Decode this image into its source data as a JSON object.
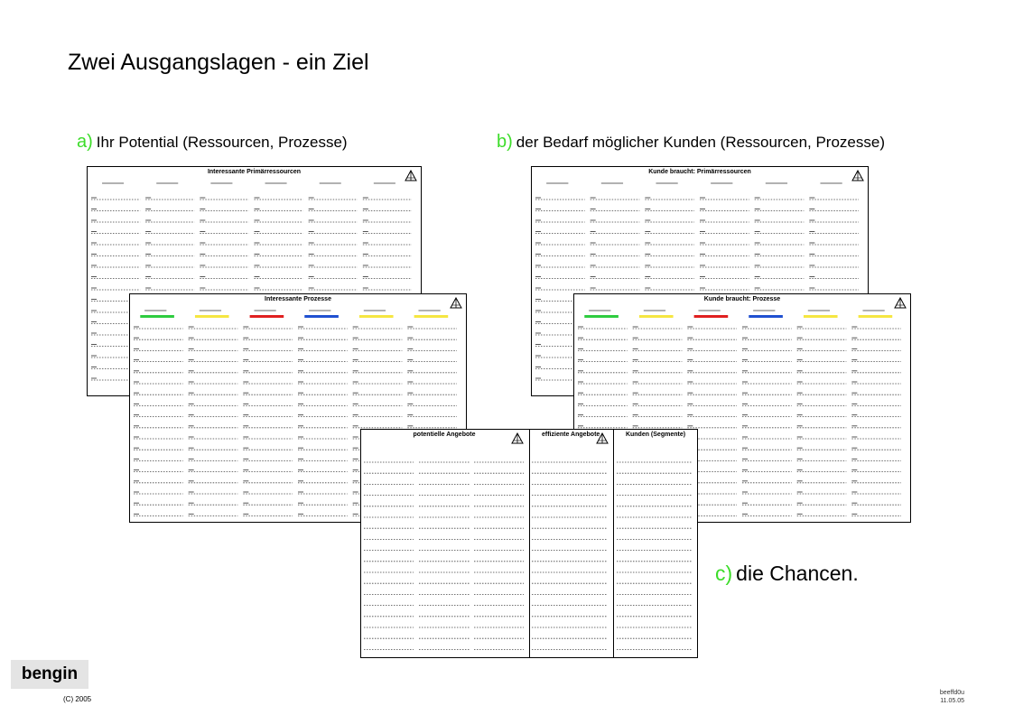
{
  "page": {
    "title": "Zwei Ausgangslagen - ein Ziel"
  },
  "sections": {
    "a": {
      "key": "a)",
      "text": "Ihr Potential (Ressourcen, Prozesse)"
    },
    "b": {
      "key": "b)",
      "text": "der Bedarf möglicher Kunden (Ressourcen, Prozesse)"
    },
    "c": {
      "key": "c)",
      "text": "die Chancen."
    }
  },
  "sheets": {
    "a_primary": {
      "heading": "Interessante Primärressourcen"
    },
    "a_process": {
      "heading": "Interessante Prozesse"
    },
    "b_primary": {
      "heading": "Kunde braucht: Primärressourcen"
    },
    "b_process": {
      "heading": "Kunde braucht: Prozesse"
    },
    "c_potential": {
      "heading": "potentielle Angebote"
    },
    "c_efficient": {
      "heading": "effiziente Angebote"
    },
    "c_customers": {
      "heading": "Kunden (Segmente)"
    }
  },
  "process_colors": [
    "#2ecc40",
    "#f5e642",
    "#e02020",
    "#2050d0",
    "#f5e642",
    "#f5e642"
  ],
  "footer": {
    "brand": "bengin",
    "copyright": "(C) 2005",
    "doc_id": "beeffd0u",
    "date": "11.05.05"
  }
}
